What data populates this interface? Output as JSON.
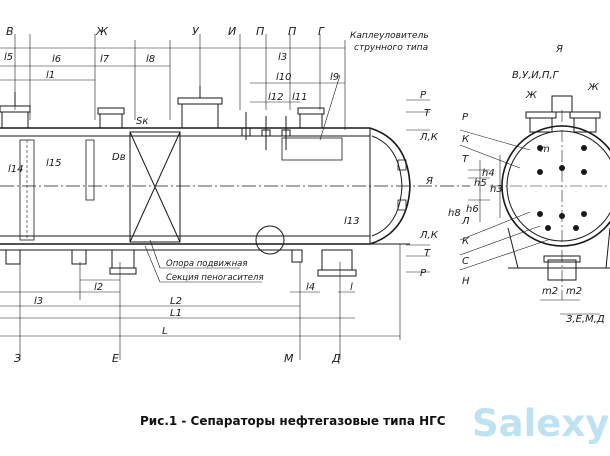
{
  "top_labels": [
    "В",
    "Ж",
    "У",
    "И",
    "П",
    "П",
    "Г"
  ],
  "collector_note": [
    "Каплеуловитель",
    "струнного типа"
  ],
  "top_dims": [
    "l5",
    "l6",
    "l7",
    "l8",
    "l3",
    "l10",
    "l12",
    "l11",
    "l9",
    "l1"
  ],
  "left_dims": [
    "l14",
    "l15",
    "Dв",
    "Sк"
  ],
  "right_side_labels": [
    "Р",
    "Т",
    "Л,К",
    "Я",
    "Л,К",
    "Т",
    "Р",
    "l13"
  ],
  "bottom_dims": [
    "l2",
    "l4",
    "l",
    "l3",
    "L2",
    "L1",
    "L"
  ],
  "bottom_notes": [
    "Опора подвижная",
    "Секция пеногасителя"
  ],
  "bottom_labels": [
    "З",
    "Е",
    "М",
    "Д"
  ],
  "view_label": "Я",
  "view_top_labels": [
    "В,У,И,П,Г",
    "Ж",
    "Ж"
  ],
  "view_left_labels": [
    "Р",
    "К",
    "Т",
    "Л",
    "К",
    "С",
    "Н"
  ],
  "view_heights": [
    "h5",
    "h4",
    "h3",
    "h6",
    "h8"
  ],
  "view_bottom_dims": [
    "m2",
    "m2"
  ],
  "view_bottom_label": "З,Е,М,Д",
  "view_m_label": "m",
  "caption": "Рис.1 - Сепараторы нефтегазовые типа НГС",
  "watermark": "Salexy"
}
